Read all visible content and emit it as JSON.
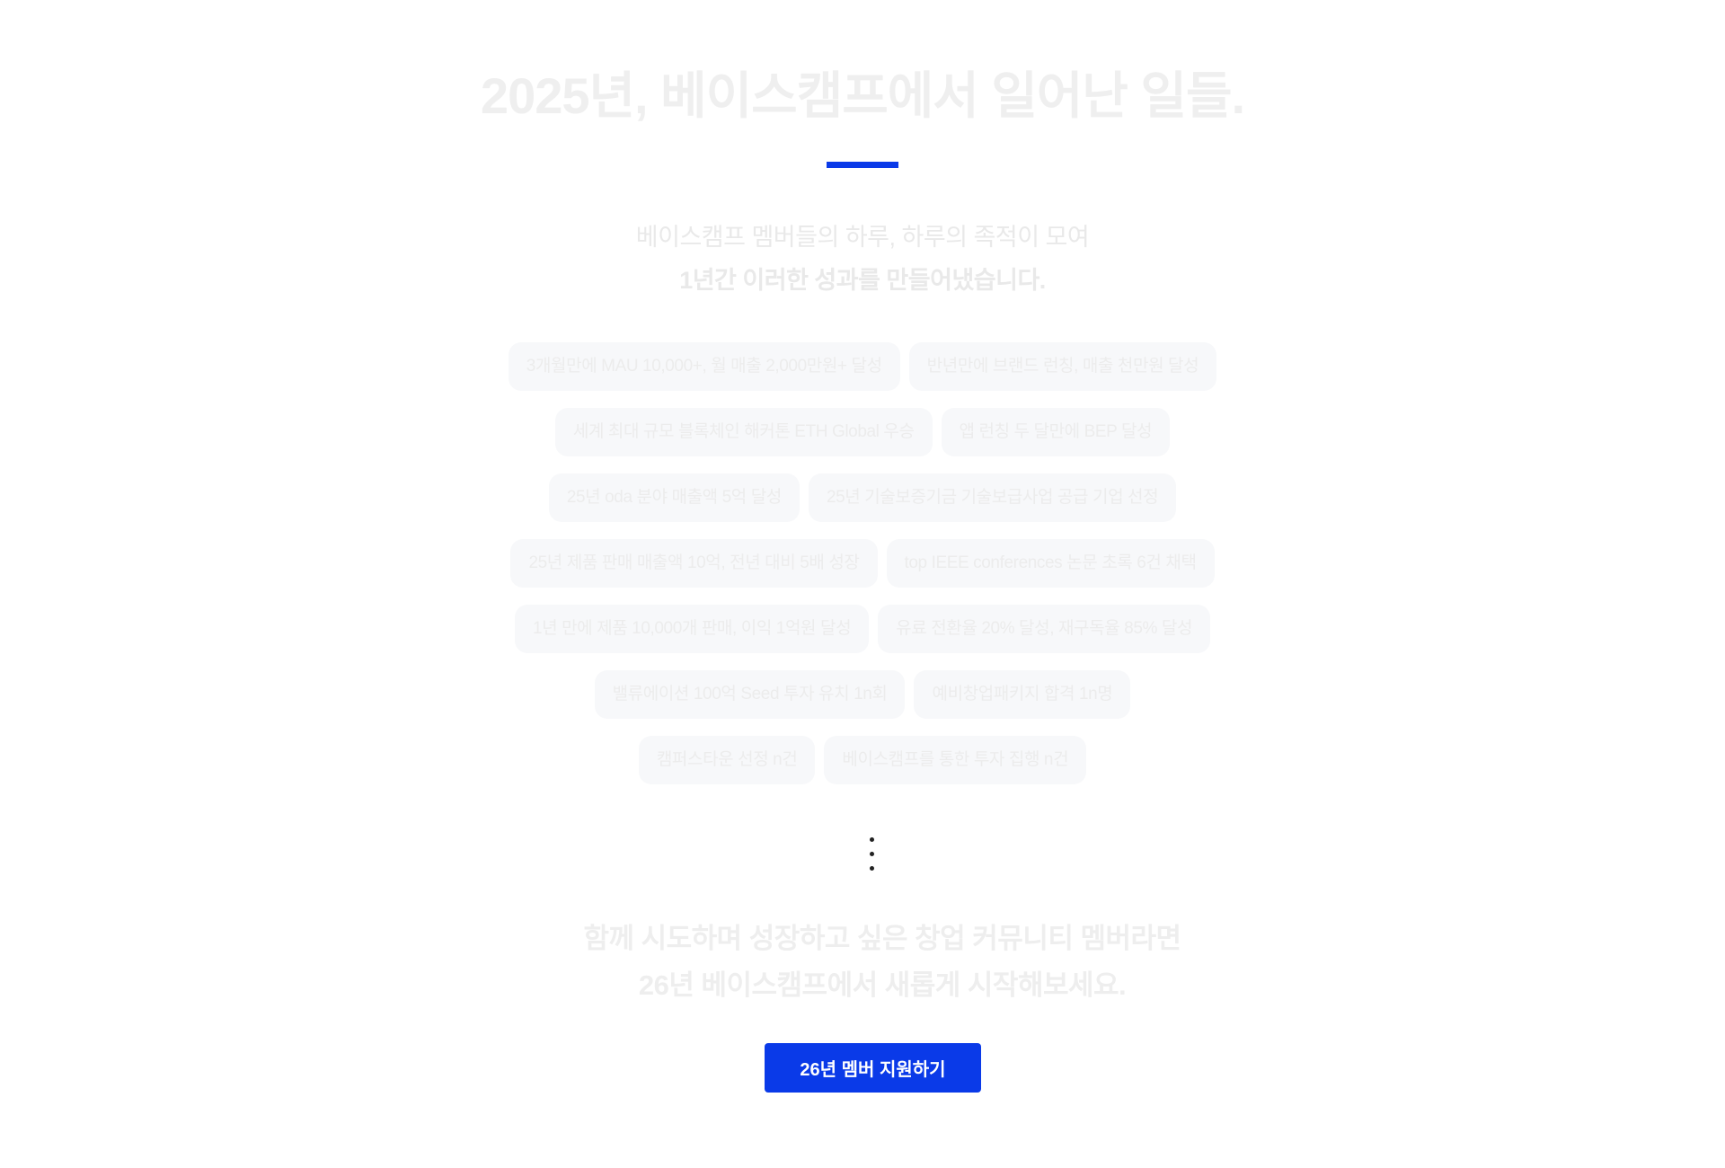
{
  "header": {
    "title": "2025년, 베이스캠프에서 일어난 일들.",
    "accent_color": "#0a3ae8"
  },
  "intro": {
    "line1": "베이스캠프 멤버들의 하루, 하루의 족적이 모여",
    "line2": "1년간 이러한 성과를 만들어냈습니다."
  },
  "achievements": [
    [
      "3개월만에 MAU 10,000+, 월 매출 2,000만원+ 달성",
      "반년만에 브랜드 런칭, 매출 천만원 달성"
    ],
    [
      "세계 최대 규모 블록체인 해커톤 ETH Global 우승",
      "앱 런칭 두 달만에 BEP 달성"
    ],
    [
      "25년 oda 분야 매출액 5억 달성",
      "25년 기술보증기금 기술보급사업 공급 기업 선정"
    ],
    [
      "25년 제품 판매 매출액 10억, 전년 대비 5배 성장",
      "top IEEE conferences 논문 초록 6건 채택"
    ],
    [
      "1년 만에 제품 10,000개 판매, 이익 1억원 달성",
      "유료 전환율 20% 달성, 재구독율 85% 달성"
    ],
    [
      "밸류에이션 100억 Seed 투자 유치 1n회",
      "예비창업패키지 합격 1n명"
    ],
    [
      "캠퍼스타운 선정 n건",
      "베이스캠프를 통한 투자 집행 n건"
    ]
  ],
  "closing": {
    "line1": "함께 시도하며 성장하고 싶은 창업 커뮤니티 멤버라면",
    "line2": "26년 베이스캠프에서 새롭게 시작해보세요."
  },
  "cta": {
    "label": "26년 멤버 지원하기"
  }
}
